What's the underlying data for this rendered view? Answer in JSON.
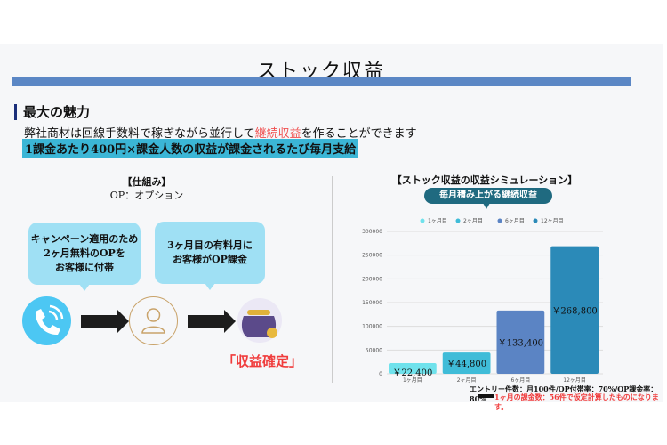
{
  "title": "ストック収益",
  "heading": "最大の魅力",
  "line1_pre": "弊社商材は回線手数料で稼ぎながら並行して",
  "line1_highlight": "継続収益",
  "line1_post": "を作ることができます",
  "line2": "1課金あたり400円×課金人数の収益が課金されるたび毎月支給",
  "mechanism": {
    "title": "【仕組み】",
    "subtitle": "OP：オプション",
    "bubble1": [
      "キャンペーン適用のため",
      "2ヶ月無料のOPを",
      "お客様に付帯"
    ],
    "bubble2": [
      "3ヶ月目の有料月に",
      "お客様がOP課金"
    ],
    "result": "「収益確定」",
    "icons": [
      "phone-icon",
      "user-icon",
      "purse-icon"
    ]
  },
  "simulation": {
    "title": "【ストック収益の収益シミュレーション】",
    "callout": "毎月積み上がる継続収益",
    "note1": "エントリー件数：月100件/OP付帯率：70%/OP課金率：80%",
    "note2": "1ヶ月の課金数：56件で仮定計算したものになります。"
  },
  "chart_data": {
    "type": "bar",
    "categories": [
      "1ヶ月目",
      "2ヶ月目",
      "6ヶ月目",
      "12ヶ月目"
    ],
    "values": [
      22400,
      44800,
      133400,
      268800
    ],
    "data_labels": [
      "￥22,400",
      "￥44,800",
      "￥133,400",
      "￥268,800"
    ],
    "colors": [
      "#6fe2ec",
      "#3fbcd8",
      "#5b84c4",
      "#2b8ab8"
    ],
    "legend": [
      "1ヶ月目",
      "2ヶ月目",
      "6ヶ月目",
      "12ヶ月目"
    ],
    "legend_position": "top",
    "yticks": [
      "0",
      "50000",
      "100000",
      "150000",
      "200000",
      "250000",
      "300000"
    ],
    "ylim": [
      0,
      300000
    ],
    "grid": true
  }
}
